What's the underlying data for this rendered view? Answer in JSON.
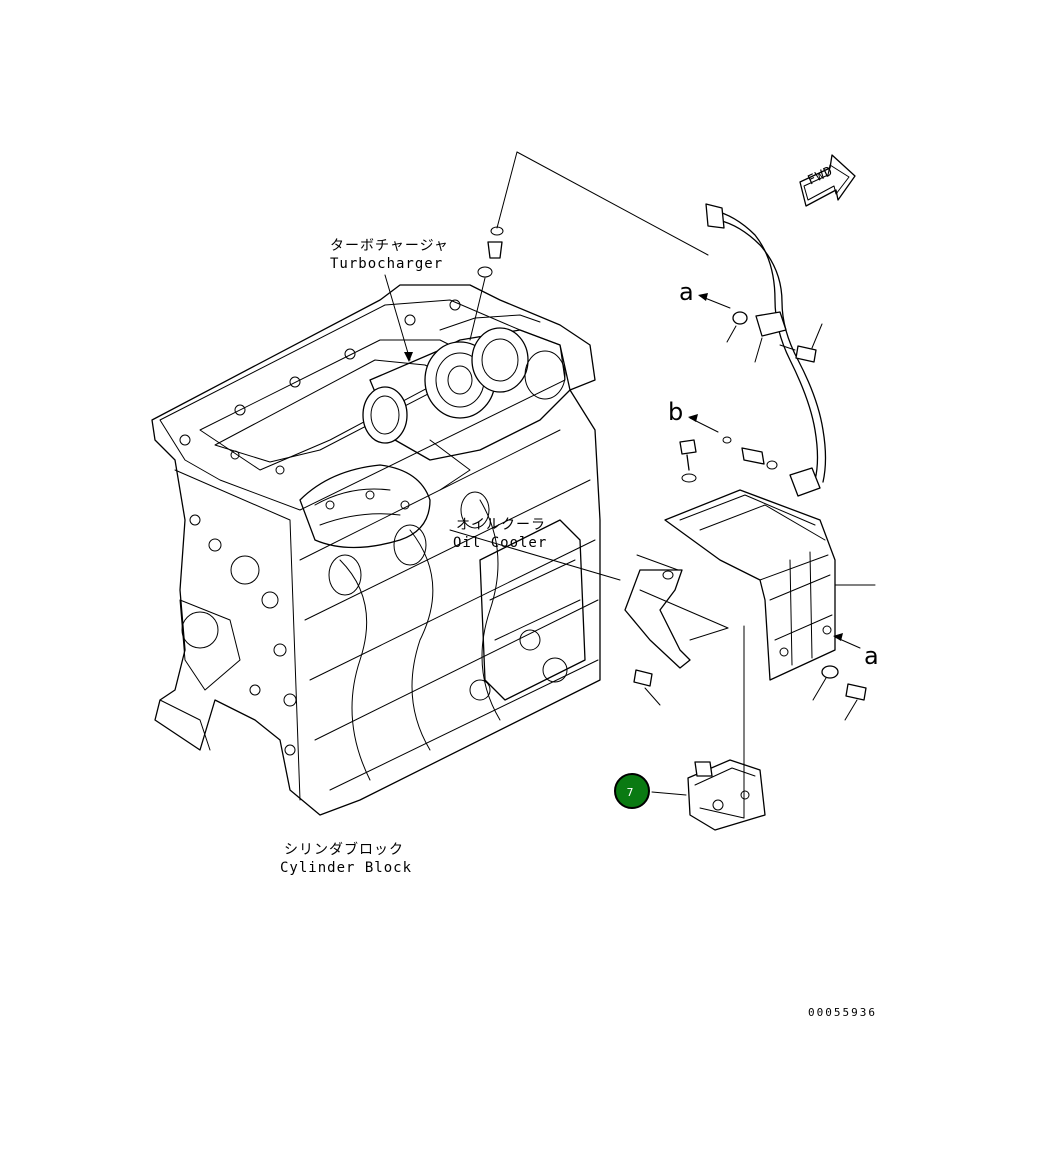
{
  "labels": {
    "turbocharger_jp": "ターボチャージャ",
    "turbocharger_en": "Turbocharger",
    "oil_cooler_jp": "オイルクーラ",
    "oil_cooler_en": "Oil Cooler",
    "cylinder_block_jp": "シリンダブロック",
    "cylinder_block_en": "Cylinder Block",
    "fwd": "FWD"
  },
  "references": {
    "a_upper": "a",
    "b": "b",
    "a_lower": "a"
  },
  "callouts": [
    {
      "number": "7",
      "color": "#0a7a12"
    }
  ],
  "drawing_number": "00055936"
}
